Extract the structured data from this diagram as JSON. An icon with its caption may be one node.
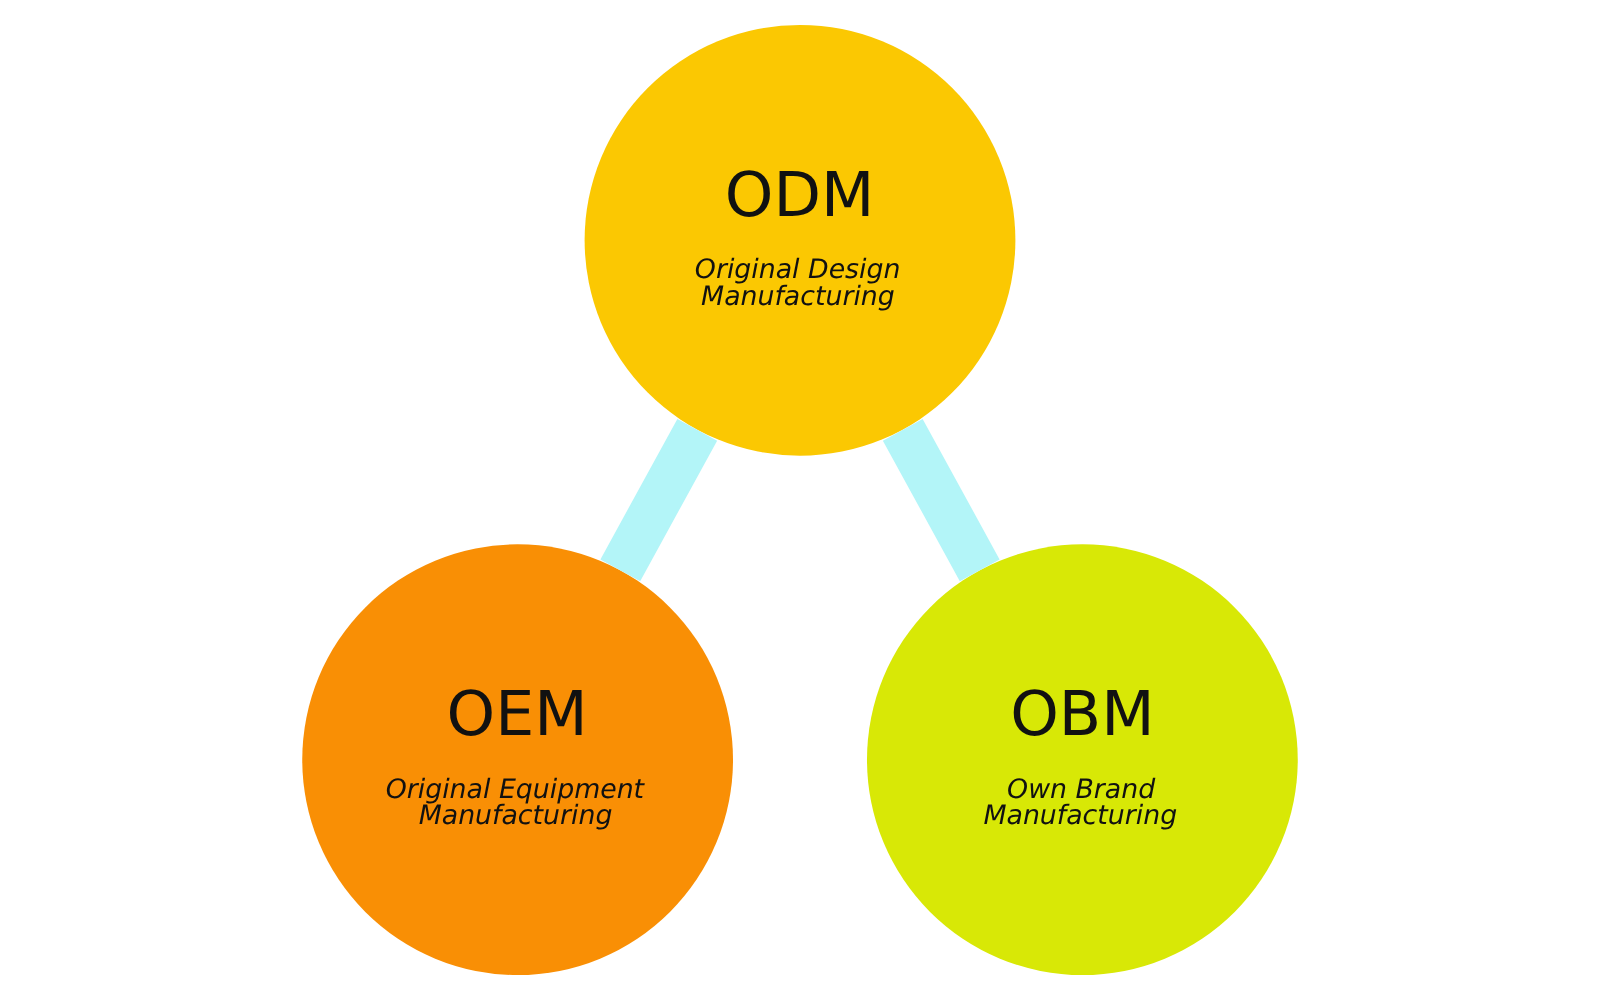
{
  "diagram": {
    "nodes": [
      {
        "text": [
          "ODM",
          "Original Design Manufacturing"
        ]
      },
      {
        "text": [
          "OEM",
          "Original Equipment Manufacturing"
        ]
      },
      {
        "text": [
          "OBM",
          "Own Brand Manufacturing"
        ]
      }
    ],
    "edges": [
      {
        "from": 0,
        "to": 1,
        "arrow": "none"
      },
      {
        "from": 0,
        "to": 2,
        "arrow": "none"
      }
    ]
  }
}
